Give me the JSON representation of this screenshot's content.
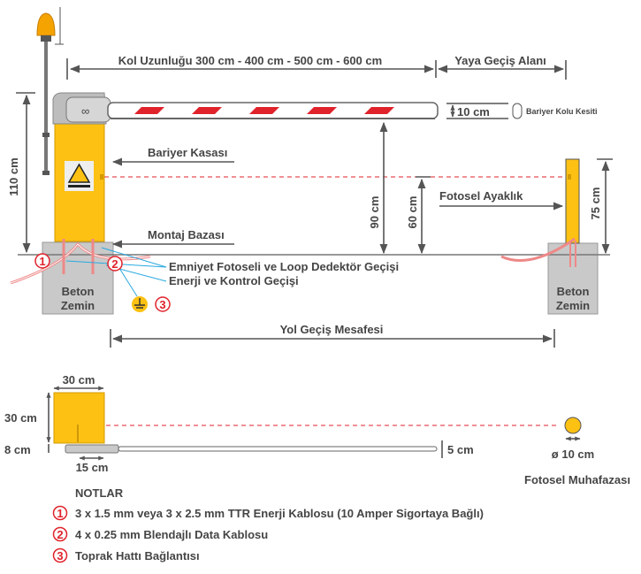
{
  "colors": {
    "cabinet": "#fdc113",
    "beacon": "#f5a300",
    "concrete": "#c9c9c9",
    "stripe": "#e0222b",
    "beam": "#e0222b",
    "cable": "#29a9e0",
    "text": "#454545"
  },
  "labels": {
    "arm_length": "Kol Uzunluğu 300 cm - 400 cm - 500 cm - 600 cm",
    "pedestrian_area": "Yaya Geçiş Alanı",
    "arm_height": "10 cm",
    "arm_section": "Bariyer Kolu Kesiti",
    "barrier_case": "Bariyer Kasası",
    "mount_base": "Montaj Bazası",
    "photocell_post": "Fotosel Ayaklık",
    "h110": "110 cm",
    "h90": "90 cm",
    "h60": "60 cm",
    "h75": "75 cm",
    "safety_passage": "Emniyet Fotoseli ve Loop Dedektör Geçişi",
    "power_passage": "Enerji ve Kontrol Geçişi",
    "concrete_1": "Beton",
    "concrete_2": "Zemin",
    "road_distance": "Yol Geçiş Mesafesi",
    "n1": "1",
    "n2": "2",
    "n3": "3"
  },
  "plan": {
    "width": "30 cm",
    "depth": "30 cm",
    "base": "8 cm",
    "arm_mount": "15 cm",
    "arm_thickness": "5 cm",
    "photocell_diameter": "ø 10 cm",
    "photocell_housing": "Fotosel Muhafazası"
  },
  "notes": {
    "title": "NOTLAR",
    "items": [
      {
        "num": "1",
        "text": "3 x 1.5 mm veya 3 x 2.5 mm TTR Enerji Kablosu (10 Amper Sigortaya Bağlı)"
      },
      {
        "num": "2",
        "text": "4 x 0.25 mm Blendajlı Data Kablosu"
      },
      {
        "num": "3",
        "text": "Toprak Hattı Bağlantısı"
      }
    ]
  }
}
